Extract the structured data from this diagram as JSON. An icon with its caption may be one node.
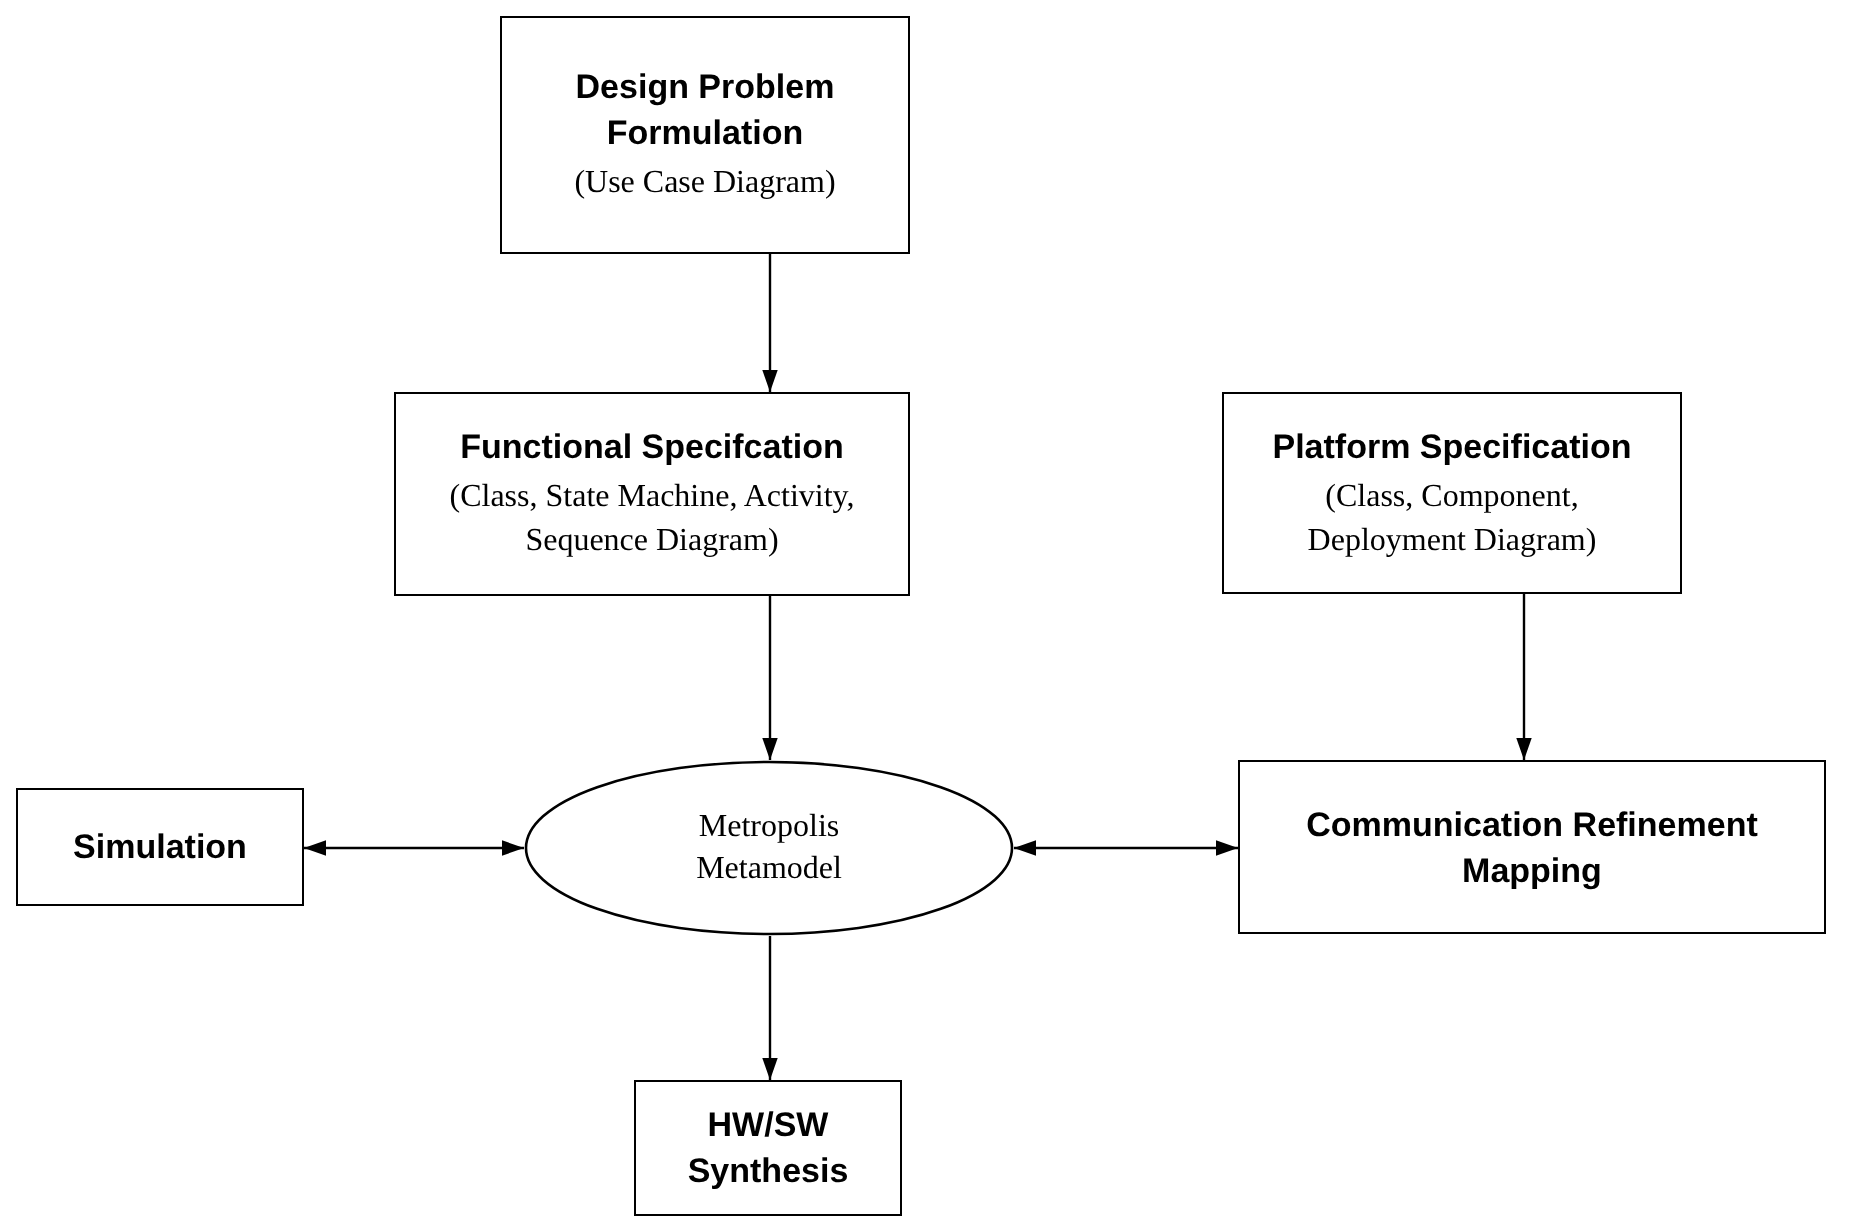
{
  "diagram": {
    "nodes": [
      {
        "text": [
          "Design Problem Formulation",
          "(Use Case Diagram)"
        ]
      },
      {
        "text": [
          "Functional Specifcation",
          "(Class, State Machine, Activity, Sequence Diagram)"
        ]
      },
      {
        "text": [
          "Platform Specification",
          "(Class, Component, Deployment Diagram)"
        ]
      },
      {
        "text": [
          "Simulation"
        ]
      },
      {
        "text": [
          "Metropolis Metamodel"
        ]
      },
      {
        "text": [
          "Communication Refinement Mapping"
        ]
      },
      {
        "text": [
          "HW/SW Synthesis"
        ]
      }
    ],
    "edges": [
      {
        "from": 0,
        "to": 1,
        "arrow": "to"
      },
      {
        "from": 1,
        "to": 4,
        "arrow": "to"
      },
      {
        "from": 2,
        "to": 5,
        "arrow": "to"
      },
      {
        "from": 3,
        "to": 4,
        "arrow": "both"
      },
      {
        "from": 4,
        "to": 5,
        "arrow": "both"
      },
      {
        "from": 4,
        "to": 6,
        "arrow": "to"
      }
    ]
  }
}
